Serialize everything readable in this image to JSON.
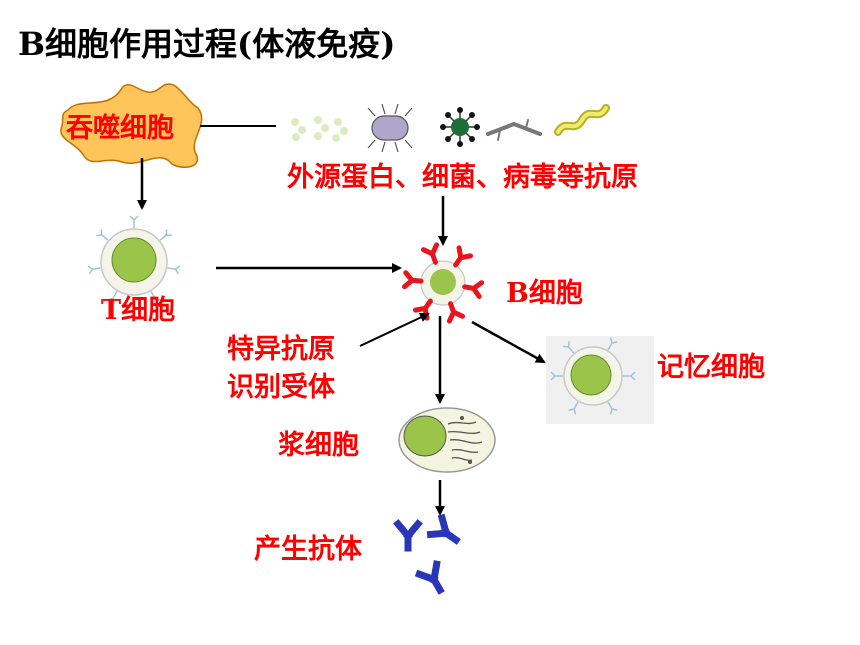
{
  "title": "B细胞作用过程(体液免疫)",
  "labels": {
    "phagocyte": "吞噬细胞",
    "antigens": "外源蛋白、细菌、病毒等抗原",
    "t_cell": "T细胞",
    "b_cell": "B细胞",
    "receptor_line1": "特异抗原",
    "receptor_line2": "识别受体",
    "memory_cell": "记忆细胞",
    "plasma_cell": "浆细胞",
    "antibody": "产生抗体"
  },
  "colors": {
    "label_text": "#ff0000",
    "title_text": "#000000",
    "phagocyte_fill": "#ffc45a",
    "phagocyte_stroke": "#c07000",
    "nucleus_fill": "#9bc44a",
    "receptor": "#e8141e",
    "antibody": "#2a36b8",
    "arrow": "#000000"
  },
  "icons": [
    "phagocyte-blob",
    "protein-cluster-icon",
    "bacterium-icon",
    "virus-icon",
    "filament-icon",
    "spiral-bacterium-icon",
    "t-cell-icon",
    "b-cell-icon",
    "memory-cell-icon",
    "plasma-cell-icon",
    "antibody-icon"
  ]
}
